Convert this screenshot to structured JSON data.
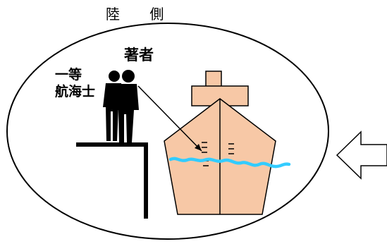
{
  "labels": {
    "shore_side": "陸 側",
    "author": "著者",
    "first_officer_line1": "一等",
    "first_officer_line2": "航海士"
  },
  "colors": {
    "ship_hull": "#f7c8a6",
    "water_wave": "#33ccff",
    "outline": "#000000",
    "background": "#ffffff"
  },
  "icons": {
    "arrow": "left-arrow-icon",
    "people": "people-silhouette-icon",
    "ship": "ship-bow-icon"
  }
}
